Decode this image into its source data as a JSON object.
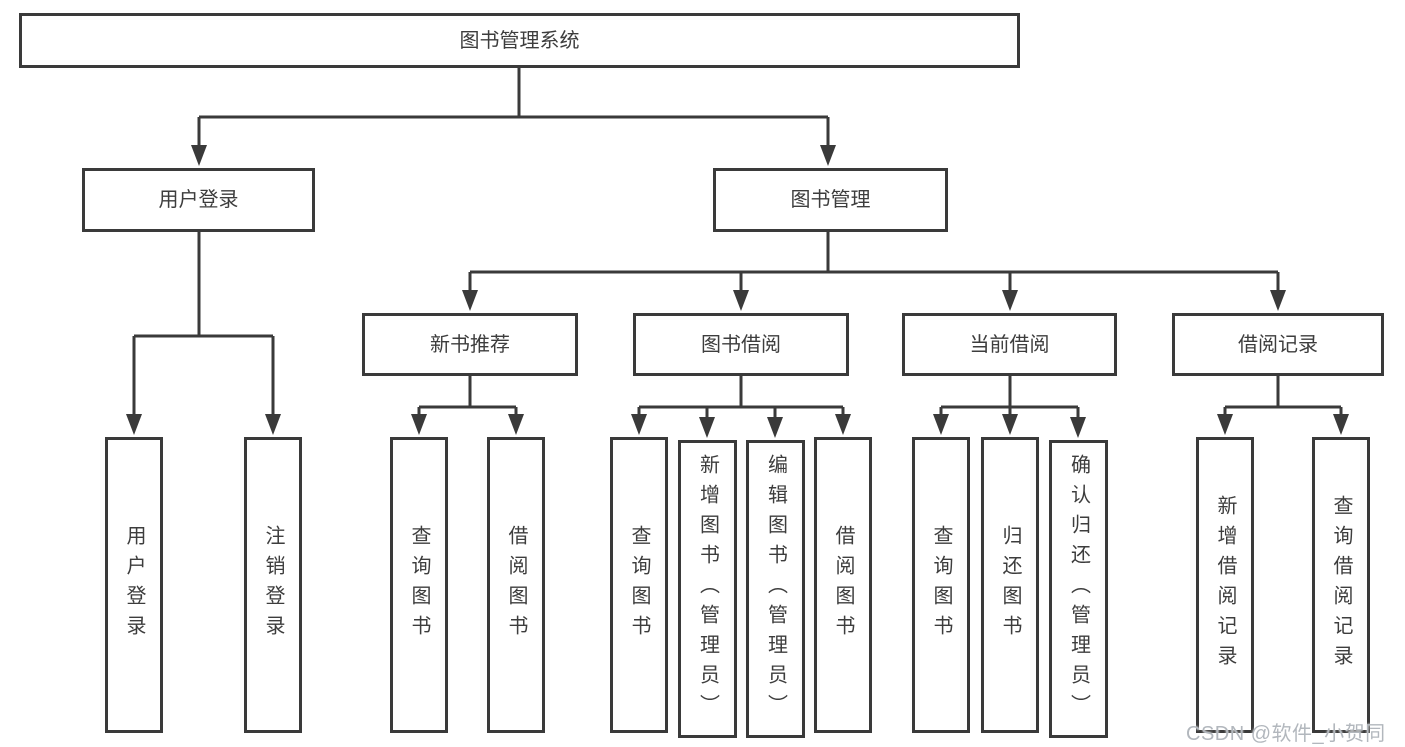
{
  "nodes": {
    "root": "图书管理系统",
    "user_login": "用户登录",
    "book_management": "图书管理",
    "new_book_recommend": "新书推荐",
    "book_borrow": "图书借阅",
    "current_borrow": "当前借阅",
    "borrow_records": "借阅记录",
    "leaf_user_login": "用户登录",
    "leaf_logout_login": "注销登录",
    "leaf_query_book_1": "查询图书",
    "leaf_borrow_book_1": "借阅图书",
    "leaf_query_book_2": "查询图书",
    "leaf_add_book_admin": "新增图书（管理员）",
    "leaf_edit_book_admin": "编辑图书（管理员）",
    "leaf_borrow_book_2": "借阅图书",
    "leaf_query_book_3": "查询图书",
    "leaf_return_book": "归还图书",
    "leaf_confirm_return_admin": "确认归还（管理员）",
    "leaf_add_borrow_record": "新增借阅记录",
    "leaf_query_borrow_record": "查询借阅记录"
  },
  "watermark": "CSDN @软件_小贺同学",
  "colors": {
    "line": "#3a3a3a",
    "text": "#3d3d3d",
    "watermark": "#b2b7bd",
    "background": "#ffffff"
  }
}
